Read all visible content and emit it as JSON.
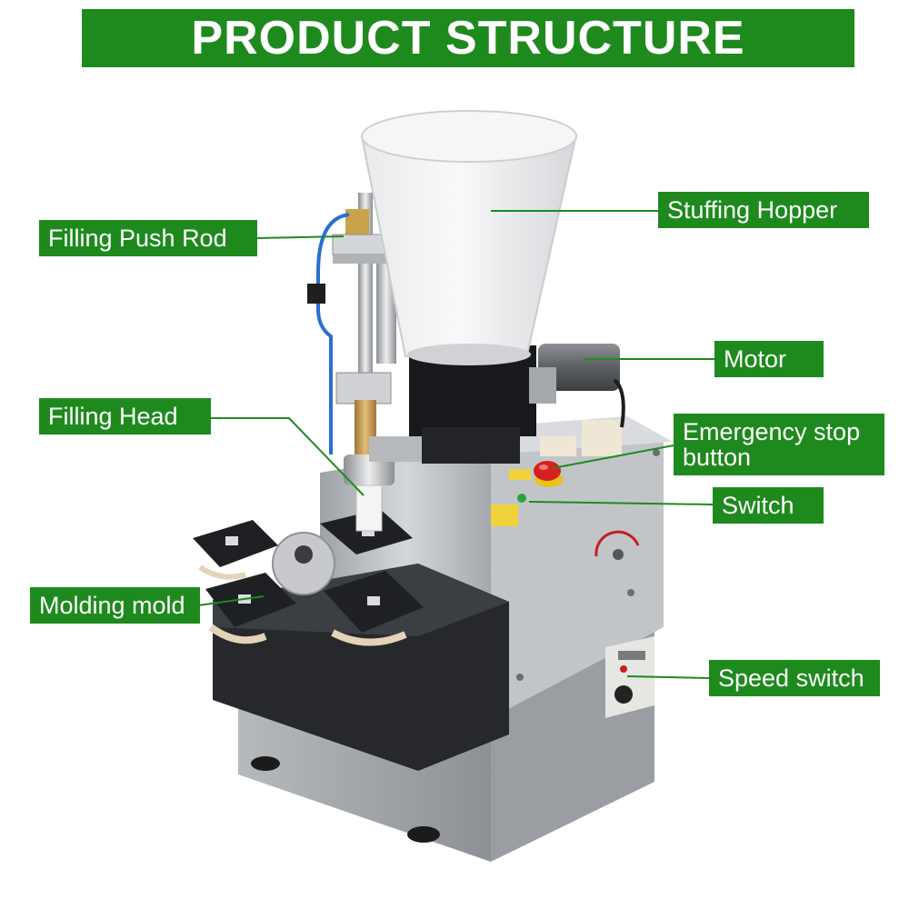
{
  "header": {
    "title": "PRODUCT STRUCTURE"
  },
  "labels": {
    "filling_push_rod": "Filling Push Rod",
    "stuffing_hopper": "Stuffing Hopper",
    "motor": "Motor",
    "filling_head": "Filling Head",
    "emergency_stop_line1": "Emergency stop",
    "emergency_stop_line2": "button",
    "switch": "Switch",
    "molding_mold": "Molding mold",
    "speed_switch": "Speed switch"
  },
  "colors": {
    "label_bg": "#1e8a1e",
    "label_text": "#ffffff",
    "leader_line": "#1e8a1e",
    "stainless": "#b9bcc0",
    "dark_base": "#26282c",
    "emergency_red": "#d42020"
  }
}
